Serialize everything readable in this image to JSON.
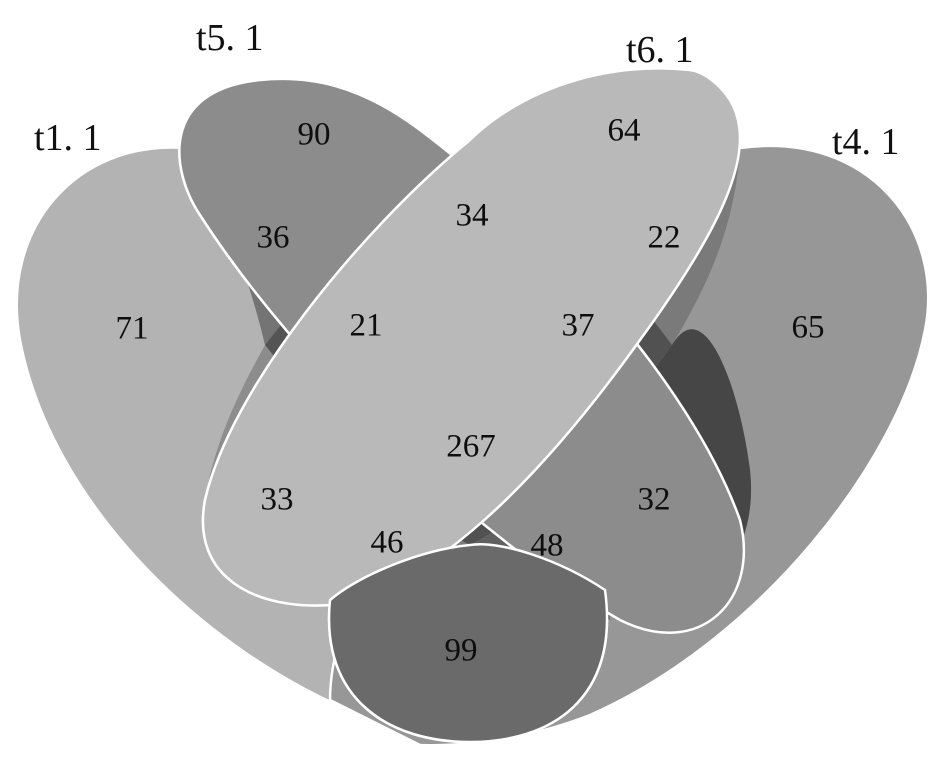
{
  "sets": [
    {
      "id": "t1",
      "label": "t1. 1",
      "fill": "#b3b3b3"
    },
    {
      "id": "t5",
      "label": "t5. 1",
      "fill": "#8c8c8c"
    },
    {
      "id": "t6",
      "label": "t6. 1",
      "fill": "#b9b9b9"
    },
    {
      "id": "t4",
      "label": "t4. 1",
      "fill": "#979797"
    }
  ],
  "regions": [
    {
      "id": "t1_only",
      "value": "71"
    },
    {
      "id": "t5_only",
      "value": "90"
    },
    {
      "id": "t6_only",
      "value": "64"
    },
    {
      "id": "t4_only",
      "value": "65"
    },
    {
      "id": "t1_t5",
      "value": "36"
    },
    {
      "id": "t5_t6",
      "value": "34"
    },
    {
      "id": "t6_t4",
      "value": "22"
    },
    {
      "id": "t1_t5_t6",
      "value": "21"
    },
    {
      "id": "t5_t6_t4",
      "value": "37"
    },
    {
      "id": "all",
      "value": "267"
    },
    {
      "id": "t1_t6",
      "value": "33"
    },
    {
      "id": "t5_t4",
      "value": "32"
    },
    {
      "id": "t1_t6_t4",
      "value": "46"
    },
    {
      "id": "t1_t5_t4",
      "value": "48"
    },
    {
      "id": "t1_t4",
      "value": "99"
    }
  ]
}
